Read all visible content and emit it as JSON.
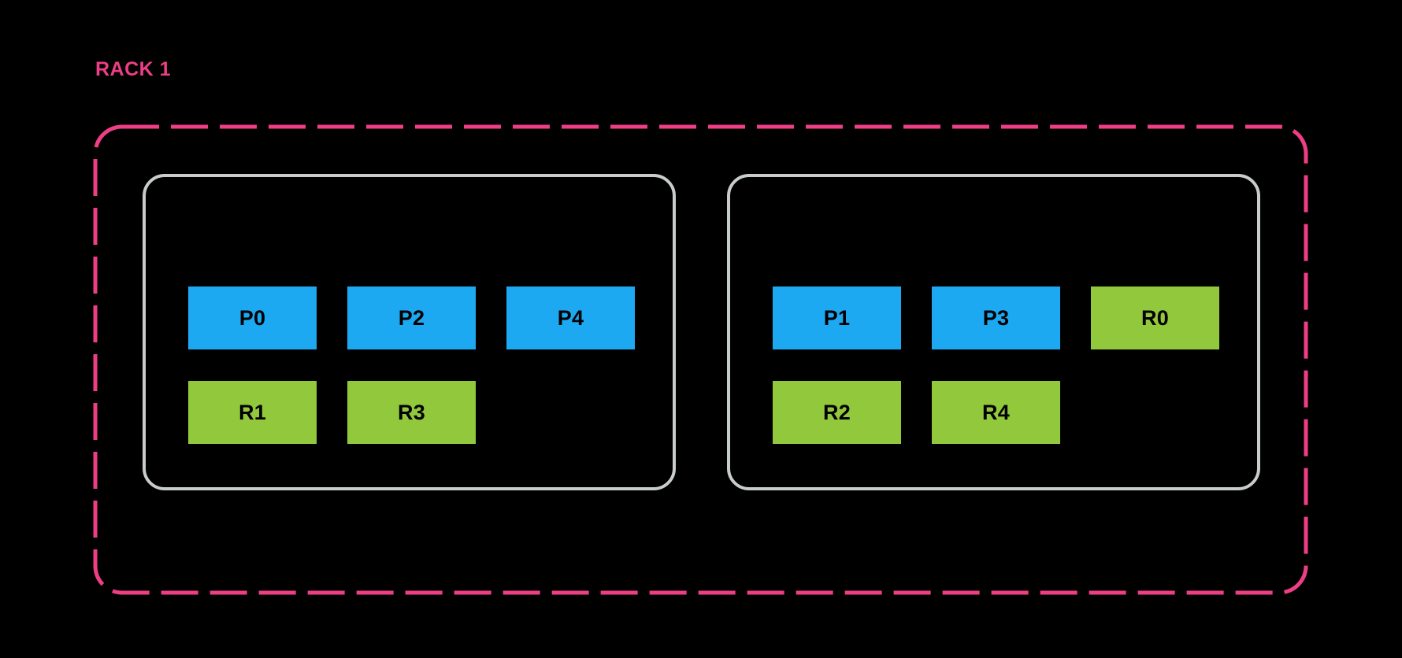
{
  "diagram": {
    "title": "RACK 1",
    "background_color": "#000000",
    "accent_color": "#ee3e85",
    "node_border_color": "#c9cccd",
    "primary_color": "#1da8f2",
    "replica_color": "#92c83c"
  },
  "nodes": [
    {
      "id": "node-0",
      "rows": [
        [
          {
            "label": "P0",
            "kind": "primary"
          },
          {
            "label": "P2",
            "kind": "primary"
          },
          {
            "label": "P4",
            "kind": "primary"
          }
        ],
        [
          {
            "label": "R1",
            "kind": "replica"
          },
          {
            "label": "R3",
            "kind": "replica"
          }
        ]
      ]
    },
    {
      "id": "node-1",
      "rows": [
        [
          {
            "label": "P1",
            "kind": "primary"
          },
          {
            "label": "P3",
            "kind": "primary"
          },
          {
            "label": "R0",
            "kind": "replica"
          }
        ],
        [
          {
            "label": "R2",
            "kind": "replica"
          },
          {
            "label": "R4",
            "kind": "replica"
          }
        ]
      ]
    }
  ]
}
